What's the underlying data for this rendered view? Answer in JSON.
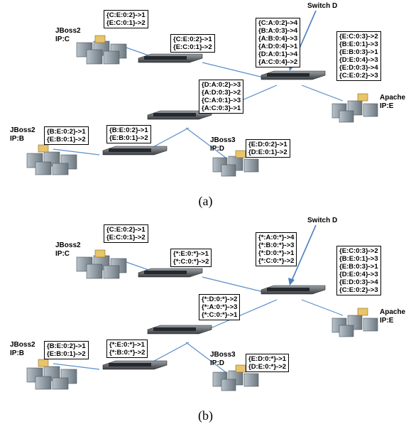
{
  "panels": [
    {
      "caption": "(a)",
      "switch_d_label": "Switch D",
      "jboss_c": {
        "name": "JBoss2",
        "ip": "IP:C"
      },
      "jboss_b": {
        "name": "JBoss2",
        "ip": "IP:B"
      },
      "jboss_d": {
        "name": "JBoss3",
        "ip": "IP:D"
      },
      "apache_e": {
        "name": "Apache",
        "ip": "IP:E"
      },
      "tables": {
        "host_c": [
          "{C:E:0:2}->1",
          "{E:C:0:1}->2"
        ],
        "switch_top": [
          "{C:E:0:2}->1",
          "{E:C:0:1}->2"
        ],
        "switch_d": [
          "{C:A:0:2}->4",
          "{B:A:0:3}->4",
          "{A:B:0:4}->3",
          "{A:D:0:4}->1",
          "{D:A:0:1}->4",
          "{A:C:0:4}->2"
        ],
        "host_e": [
          "{E:C:0:3}->2",
          "{B:E:0:1}->3",
          "{E:B:0:3}->1",
          "{D:E:0:4}->3",
          "{E:D:0:3}->4",
          "{C:E:0:2}->3"
        ],
        "switch_mid": [
          "{D:A:0:2}->3",
          "{A:D:0:3}->2",
          "{C:A:0:1}->3",
          "{A:C:0:3}->1"
        ],
        "host_b": [
          "{B:E:0:2}->1",
          "{E:B:0:1}->2"
        ],
        "switch_left": [
          "{B:E:0:2}->1",
          "{E:B:0:1}->2"
        ],
        "host_d": [
          "{E:D:0:2}->1",
          "{D:E:0:1}->2"
        ]
      }
    },
    {
      "caption": "(b)",
      "switch_d_label": "Switch D",
      "jboss_c": {
        "name": "JBoss2",
        "ip": "IP:C"
      },
      "jboss_b": {
        "name": "JBoss2",
        "ip": "IP:B"
      },
      "jboss_d": {
        "name": "JBoss3",
        "ip": "IP:D"
      },
      "apache_e": {
        "name": "Apache",
        "ip": "IP:E"
      },
      "tables": {
        "host_c": [
          "{C:E:0:2}->1",
          "{E:C:0:1}->2"
        ],
        "switch_top": [
          "{*:E:0:*}->1",
          "{*:C:0:*}->2"
        ],
        "switch_d": [
          "{*:A:0:*}->4",
          "{*:B:0:*}->3",
          "{*:D:0:*}->1",
          "{*:C:0:*}->2"
        ],
        "host_e": [
          "{E:C:0:3}->2",
          "{B:E:0:1}->3",
          "{E:B:0:3}->1",
          "{D:E:0:4}->3",
          "{E:D:0:3}->4",
          "{C:E:0:2}->3"
        ],
        "switch_mid": [
          "{*:D:0:*}->2",
          "{*:A:0:*}->3",
          "{*:C:0:*}->1"
        ],
        "host_b": [
          "{B:E:0:2}->1",
          "{E:B:0:1}->2"
        ],
        "switch_left": [
          "{*:E:0:*}->1",
          "{*:B:0:*}->2"
        ],
        "host_d": [
          "{E:D:0:*}->1",
          "{D:E:0:*}->2"
        ]
      }
    }
  ],
  "colors": {
    "link": "#5b8fc9",
    "arrow": "#4a7fc0",
    "switch_body": "#4a4d52",
    "server_body": "#8f9aa3",
    "folder": "#e8c46a"
  }
}
